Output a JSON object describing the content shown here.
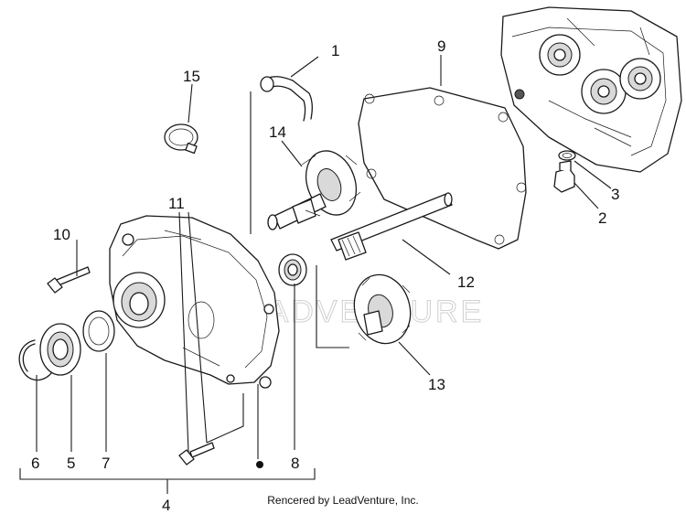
{
  "diagram": {
    "callouts": [
      "1",
      "2",
      "3",
      "4",
      "5",
      "6",
      "7",
      "8",
      "9",
      "10",
      "11",
      "12",
      "13",
      "14",
      "15"
    ],
    "watermark": "LEADVENTURE",
    "credit": "Rencered by LeadVenture, Inc."
  }
}
